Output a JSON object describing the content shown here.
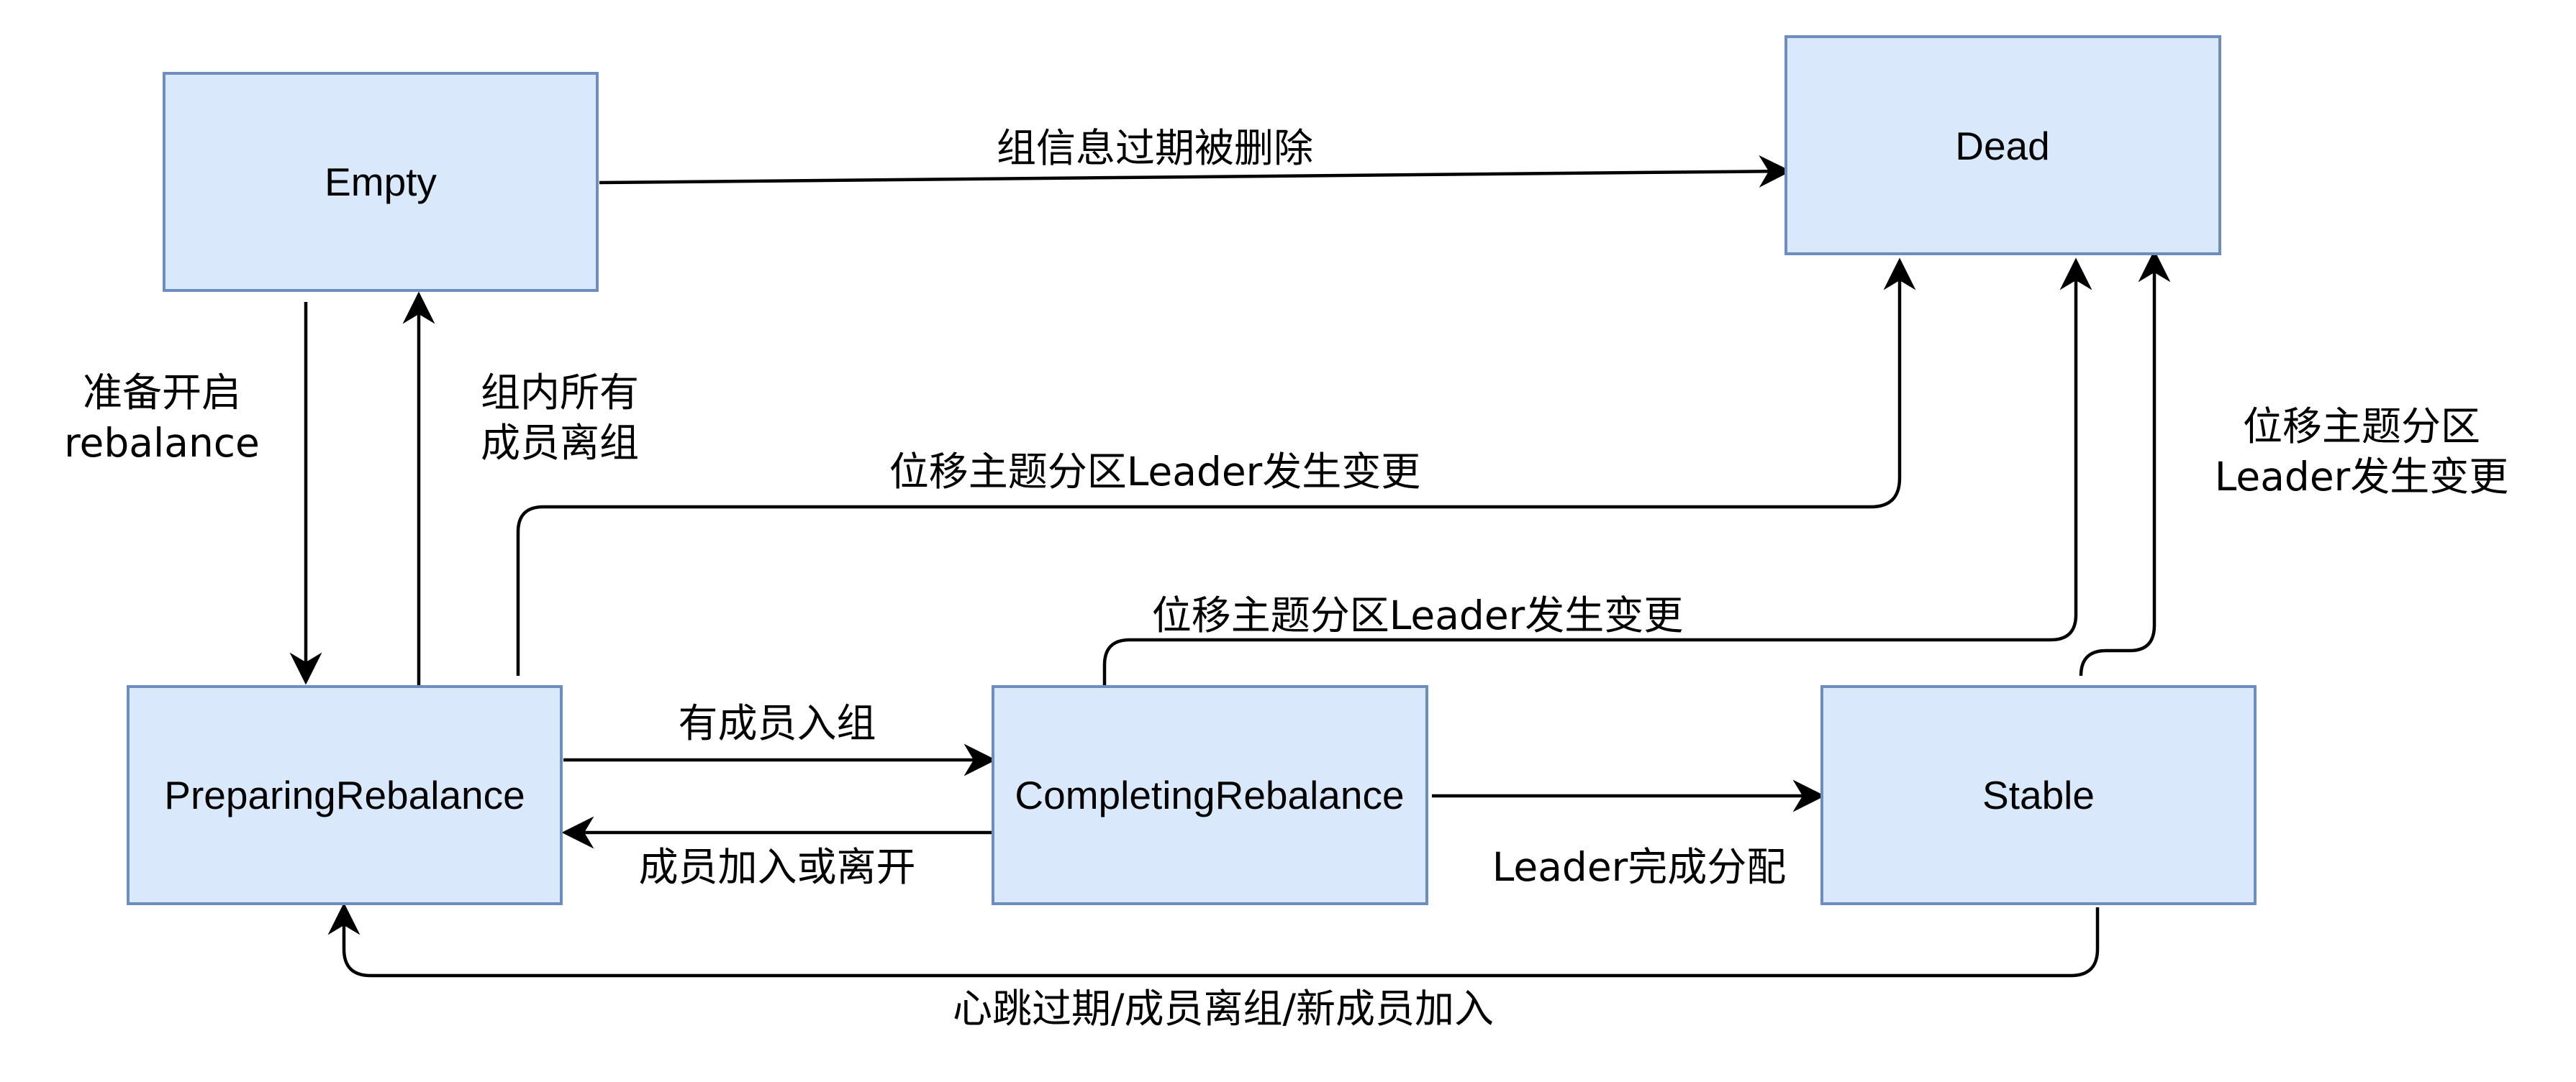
{
  "nodes": {
    "empty": "Empty",
    "dead": "Dead",
    "preparing": "PreparingRebalance",
    "completing": "CompletingRebalance",
    "stable": "Stable"
  },
  "edges": {
    "empty_to_dead": "组信息过期被删除",
    "empty_to_preparing": [
      "准备开启",
      "rebalance"
    ],
    "preparing_to_empty": [
      "组内所有",
      "成员离组"
    ],
    "preparing_to_dead": "位移主题分区Leader发生变更",
    "completing_to_dead": "位移主题分区Leader发生变更",
    "stable_to_dead": [
      "位移主题分区",
      "Leader发生变更"
    ],
    "preparing_to_completing": "有成员入组",
    "completing_to_preparing": "成员加入或离开",
    "completing_to_stable": "Leader完成分配",
    "stable_to_preparing": "心跳过期/成员离组/新成员加入"
  },
  "colors": {
    "node_fill": "#dae8fc",
    "node_stroke": "#6c8ebf",
    "edge": "#000000"
  }
}
